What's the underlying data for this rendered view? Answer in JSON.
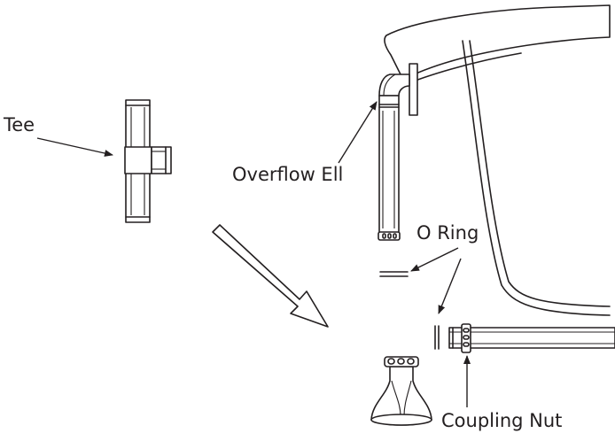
{
  "labels": {
    "tee": "Tee",
    "overflow_ell": "Overflow Ell",
    "o_ring": "O Ring",
    "coupling_nut": "Coupling Nut"
  },
  "colors": {
    "line": "#231f20",
    "background": "#ffffff"
  }
}
